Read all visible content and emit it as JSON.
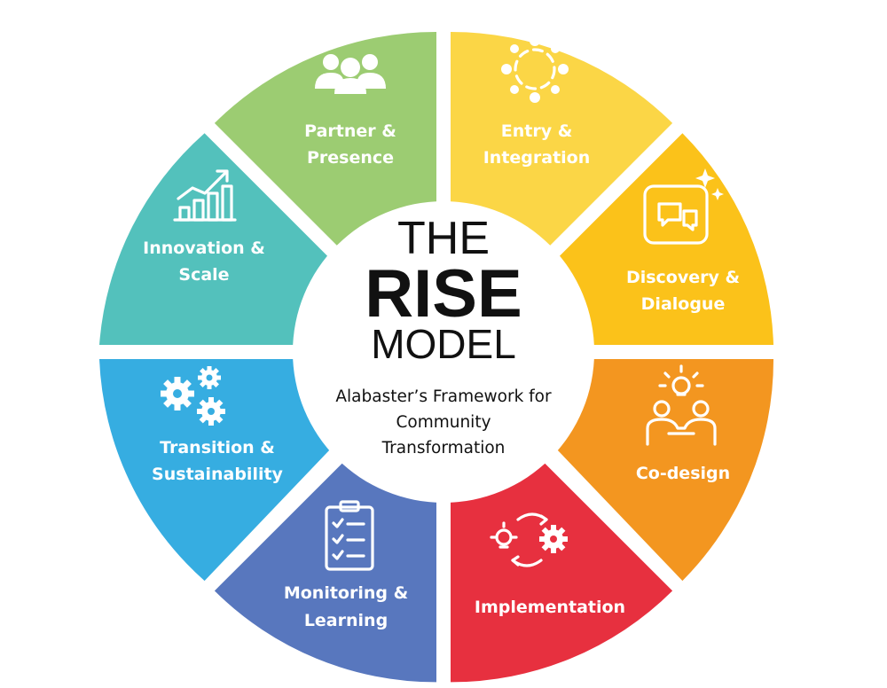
{
  "title": {
    "line1": "THE",
    "line2": "RISE",
    "line3": "MODEL"
  },
  "subtitle": {
    "line1": "Alabaster’s Framework for",
    "line2": "Community",
    "line3": "Transformation"
  },
  "segments": [
    {
      "id": "partner",
      "lines": [
        "Partner &",
        "Presence"
      ],
      "color": "#9ccc72",
      "icon": "people-group-icon"
    },
    {
      "id": "entry",
      "lines": [
        "Entry &",
        "Integration"
      ],
      "color": "#fbd646",
      "icon": "circle-of-people-icon"
    },
    {
      "id": "discovery",
      "lines": [
        "Discovery &",
        "Dialogue"
      ],
      "color": "#fbc21a",
      "icon": "chat-bubbles-icon"
    },
    {
      "id": "codesign",
      "lines": [
        "Co-design"
      ],
      "color": "#f39620",
      "icon": "lightbulb-collaboration-icon"
    },
    {
      "id": "implementation",
      "lines": [
        "Implementation"
      ],
      "color": "#e7303f",
      "icon": "idea-to-gear-cycle-icon"
    },
    {
      "id": "monitoring",
      "lines": [
        "Monitoring &",
        "Learning"
      ],
      "color": "#5877be",
      "icon": "clipboard-checklist-icon"
    },
    {
      "id": "transition",
      "lines": [
        "Transition &",
        "Sustainability"
      ],
      "color": "#36ade1",
      "icon": "gears-icon"
    },
    {
      "id": "innovation",
      "lines": [
        "Innovation &",
        "Scale"
      ],
      "color": "#53c1bc",
      "icon": "growth-chart-icon"
    }
  ]
}
